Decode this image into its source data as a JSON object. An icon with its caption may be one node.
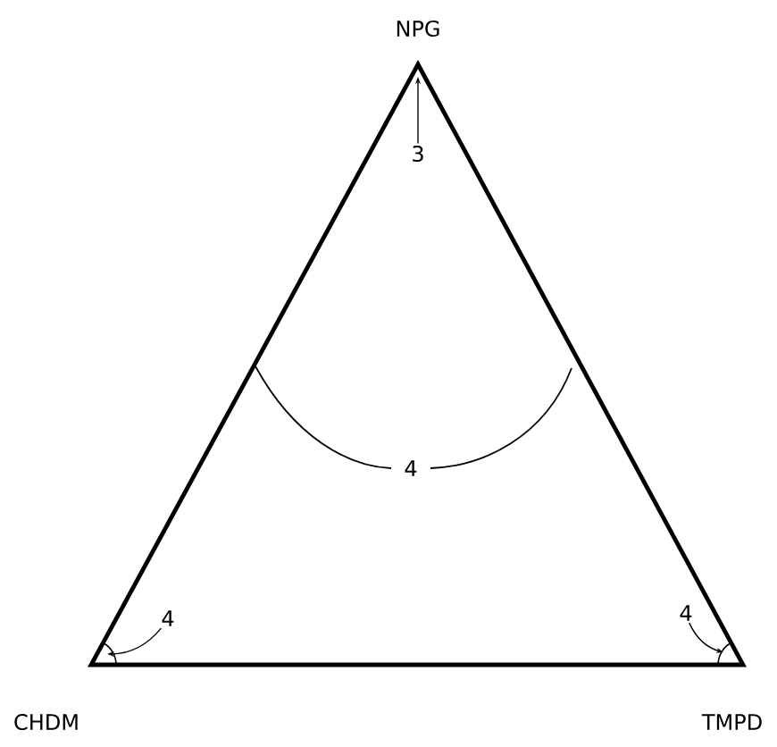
{
  "diagram": {
    "nodes": [
      {
        "text": [
          "NPG"
        ]
      },
      {
        "text": [
          "CHDM"
        ]
      },
      {
        "text": [
          "TMPD"
        ]
      },
      {
        "text": [
          "3"
        ]
      },
      {
        "text": [
          "4"
        ]
      },
      {
        "text": [
          "4"
        ]
      }
    ],
    "edges": [
      {
        "from": 3,
        "to": null,
        "arrow": "to"
      },
      {
        "from": 4,
        "to": null,
        "arrow": "to"
      },
      {
        "from": 5,
        "to": null,
        "arrow": "to"
      }
    ],
    "labels": [
      "4"
    ]
  }
}
